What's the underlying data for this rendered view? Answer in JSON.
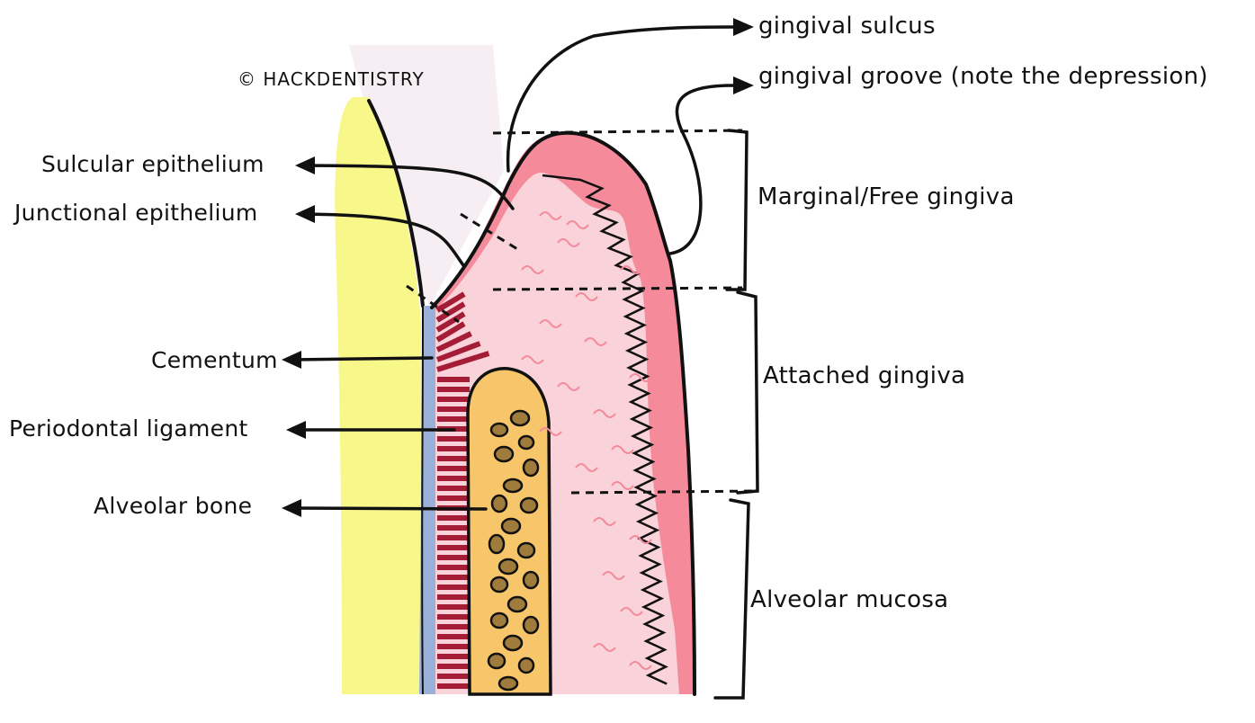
{
  "watermark": "© HACKDENTISTRY",
  "labels": {
    "gingival_sulcus": "gingival sulcus",
    "gingival_groove": "gingival groove (note the depression)",
    "sulcular_epithelium": "Sulcular epithelium",
    "junctional_epithelium": "Junctional epithelium",
    "cementum": "Cementum",
    "periodontal_ligament": "Periodontal ligament",
    "alveolar_bone": "Alveolar bone",
    "marginal_gingiva": "Marginal/Free gingiva",
    "attached_gingiva": "Attached gingiva",
    "alveolar_mucosa": "Alveolar mucosa"
  },
  "colors": {
    "enamel": "#f8f78a",
    "gingiva": "#f9d3d9",
    "gingiva_edge": "#f48a9a",
    "ligament": "#a51c36",
    "cementum": "#9bb0d9",
    "bone": "#f7c56a",
    "trabecula": "#a07c3c",
    "sulcus": "#f7eef3",
    "ink": "#111111"
  }
}
